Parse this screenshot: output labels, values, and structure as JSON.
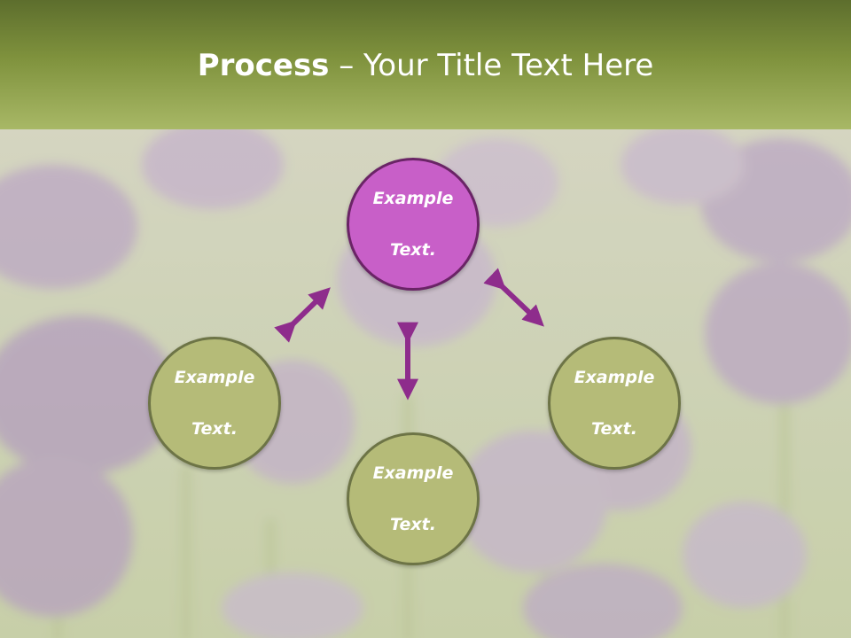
{
  "header": {
    "title_bold": "Process",
    "title_rest": " – Your Title Text Here"
  },
  "nodes": {
    "top": {
      "line1": "Example",
      "line2": "Text."
    },
    "left": {
      "line1": "Example",
      "line2": "Text."
    },
    "bottom": {
      "line1": "Example",
      "line2": "Text."
    },
    "right": {
      "line1": "Example",
      "line2": "Text."
    }
  },
  "colors": {
    "header_green": "#7f923d",
    "accent_purple": "#c85fc8",
    "arrow_purple": "#8e2c8c",
    "node_green": "#b5bb78"
  },
  "background": {
    "subject": "tulip-field-photo"
  }
}
